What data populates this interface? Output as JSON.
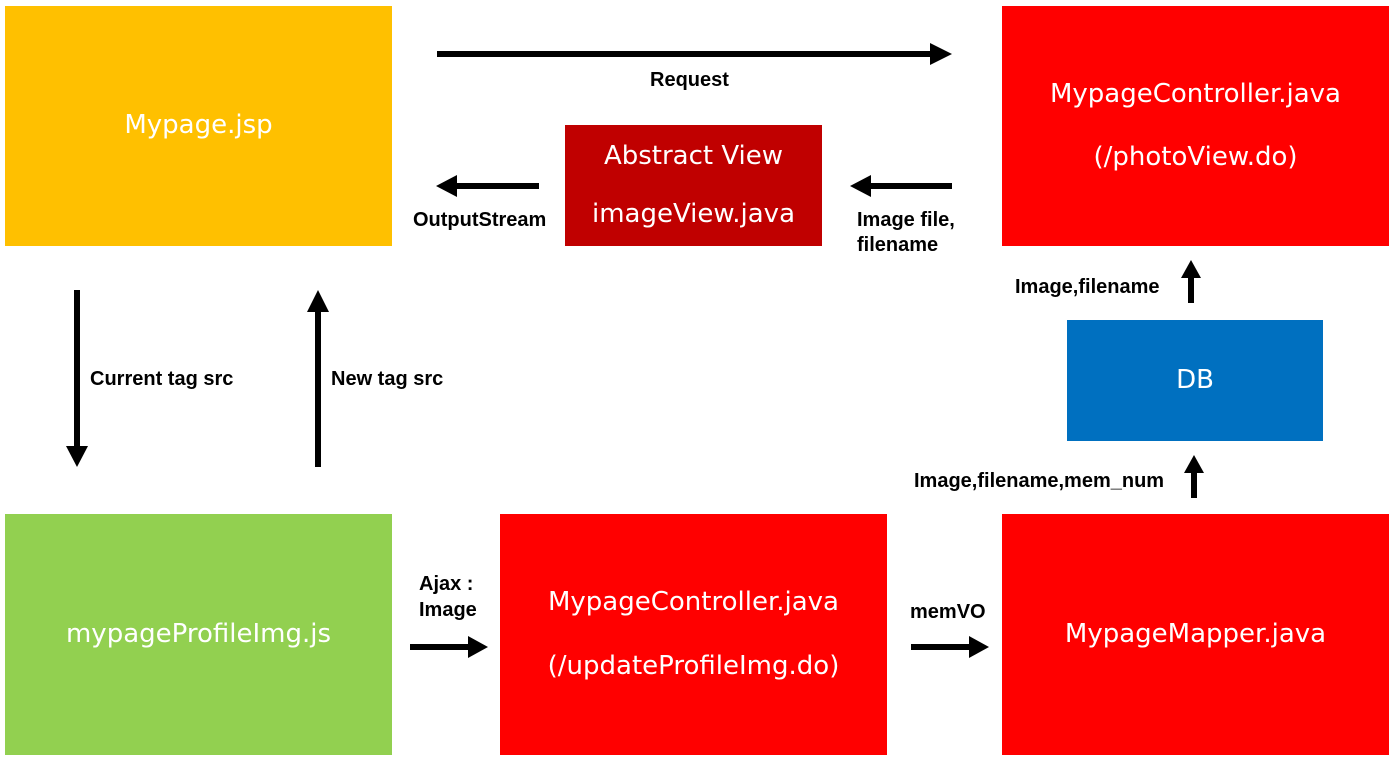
{
  "boxes": {
    "mypage_jsp": {
      "label": "Mypage.jsp",
      "color": "#FFC000"
    },
    "abstract_view": {
      "line1": "Abstract View",
      "line2": "imageView.java",
      "color": "#C00000"
    },
    "photo_controller": {
      "line1": "MypageController.java",
      "line2": "(/photoView.do)",
      "color": "#FF0000"
    },
    "db": {
      "label": "DB",
      "color": "#0070C0"
    },
    "profile_js": {
      "label": "mypageProfileImg.js",
      "color": "#92D050"
    },
    "update_controller": {
      "line1": "MypageController.java",
      "line2": "(/updateProfileImg.do)",
      "color": "#FF0000"
    },
    "mapper": {
      "label": "MypageMapper.java",
      "color": "#FF0000"
    }
  },
  "labels": {
    "request": "Request",
    "output_stream": "OutputStream",
    "image_file_1": "Image file,",
    "image_file_2": "filename",
    "image_filename": "Image,filename",
    "current_tag": "Current tag src",
    "new_tag": "New tag src",
    "image_filename_memnum": "Image,filename,mem_num",
    "ajax_1": "Ajax :",
    "ajax_2": "Image",
    "memvo": "memVO"
  }
}
